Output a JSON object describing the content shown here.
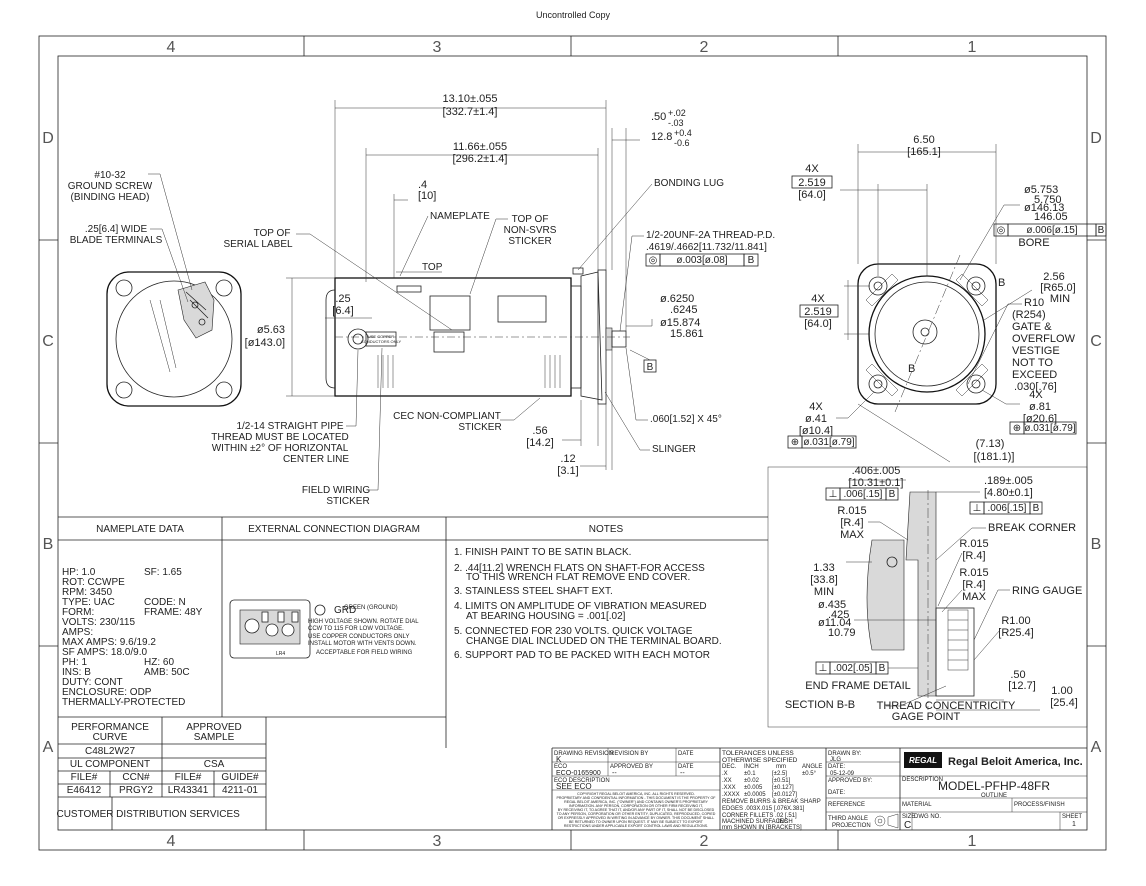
{
  "header": {
    "watermark": "Uncontrolled Copy"
  },
  "zones": {
    "top": [
      "4",
      "3",
      "2",
      "1"
    ],
    "bottom": [
      "4",
      "3",
      "2",
      "1"
    ],
    "left": [
      "D",
      "C",
      "B",
      "A"
    ],
    "right": [
      "D",
      "C",
      "B",
      "A"
    ]
  },
  "left_view": {
    "screw": [
      "#10-32",
      "GROUND SCREW",
      "(BINDING HEAD)"
    ],
    "blade": [
      ".25[6.4] WIDE",
      "BLADE TERMINALS"
    ]
  },
  "side_view": {
    "dim_overall": [
      "13.10±.055",
      "[332.7±1.4]"
    ],
    "dim_body": [
      "11.66±.055",
      "[296.2±1.4]"
    ],
    "dim_offset": [
      ".4",
      "[10]"
    ],
    "nameplate": "NAMEPLATE",
    "top_serial": [
      "TOP OF",
      "SERIAL LABEL"
    ],
    "top_sticker": [
      "TOP OF",
      "NON-SVRS",
      "STICKER"
    ],
    "top": "TOP",
    "dim_diam": [
      "ø5.63",
      "[ø143.0]"
    ],
    "dim_25": [
      ".25",
      "[6.4]"
    ],
    "pipe": [
      "1/2-14 STRAIGHT PIPE",
      "THREAD MUST BE LOCATED",
      "WITHIN ±2° OF HORIZONTAL",
      "CENTER LINE"
    ],
    "field_wiring": [
      "FIELD WIRING",
      "STICKER"
    ],
    "cec": [
      "CEC NON-COMPLIANT",
      "STICKER"
    ],
    "dim_56": [
      ".56",
      "[14.2]"
    ],
    "dim_12": [
      ".12",
      "[3.1]"
    ],
    "slinger": "SLINGER",
    "chamfer": ".060[1.52] X 45°",
    "tol_50": [
      ".50",
      "+.02",
      "-.03"
    ],
    "tol_128": [
      "12.8",
      "+0.4",
      "-0.6"
    ],
    "bonding": "BONDING LUG",
    "thread": [
      "1/2-20UNF-2A THREAD-P.D.",
      ".4619/.4662[11.732/11.841]"
    ],
    "fcf_thread": [
      "◎",
      "ø.003[ø.08]",
      "B"
    ],
    "shaft": [
      "ø.6250",
      ".6245",
      "ø15.874",
      "15.861"
    ],
    "datum_b": "B",
    "use_label": [
      "USE COPPER",
      "CONDUCTORS ONLY"
    ]
  },
  "end_view": {
    "dim_650": [
      "6.50",
      "[165.1]"
    ],
    "dim_4x_top": [
      "4X",
      "2.519",
      "[64.0]"
    ],
    "dim_4x_left": [
      "4X",
      "2.519",
      "[64.0]"
    ],
    "bore": [
      "ø5.753",
      "5.750",
      "ø146.13",
      "146.05"
    ],
    "fcf_bore": [
      "◎",
      "ø.006[ø.15]",
      "B"
    ],
    "bore_label": "BORE",
    "dim_256": [
      "2.56",
      "[R65.0]",
      "MIN"
    ],
    "r10": [
      "R10",
      "(R254)",
      "GATE &",
      "OVERFLOW",
      "VESTIGE",
      "NOT TO",
      "EXCEED",
      ".030[.76]"
    ],
    "holes_left": [
      "4X",
      "ø.41",
      "[ø10.4]"
    ],
    "fcf_left": [
      "⊕",
      "ø.031[ø.79]"
    ],
    "holes_right": [
      "4X",
      "ø.81",
      "[ø20.6]"
    ],
    "fcf_right": [
      "⊕",
      "ø.031[ø.79]"
    ],
    "dim_713": [
      "(7.13)",
      "[(181.1)]"
    ],
    "b_mark": "B"
  },
  "section": {
    "dim_406": [
      ".406±.005",
      "[10.31±0.1]"
    ],
    "fcf_406": [
      "⊥",
      ".006[.15]",
      "B"
    ],
    "dim_189": [
      ".189±.005",
      "[4.80±0.1]"
    ],
    "fcf_189": [
      "⊥",
      ".006[.15]",
      "B"
    ],
    "r015a": [
      "R.015",
      "[R.4]",
      "MAX"
    ],
    "break": "BREAK CORNER",
    "r015b": [
      "R.015",
      "[R.4]"
    ],
    "r015c": [
      "R.015",
      "[R.4]",
      "MAX"
    ],
    "ring": "RING GAUGE",
    "dim_133": [
      "1.33",
      "[33.8]",
      "MIN"
    ],
    "dim_435": [
      "ø.435",
      ".425",
      "ø11.04",
      "10.79"
    ],
    "r100": [
      "R1.00",
      "[R25.4]"
    ],
    "fcf_002": [
      "⊥",
      ".002[.05]",
      "B"
    ],
    "end_frame": "END FRAME DETAIL",
    "dim_50": [
      ".50",
      "[12.7]"
    ],
    "dim_100": [
      "1.00",
      "[25.4]"
    ],
    "section_label": "SECTION B-B",
    "conc": [
      "THREAD CONCENTRICITY",
      "GAGE POINT"
    ]
  },
  "nameplate_data": {
    "title": "NAMEPLATE DATA",
    "lines": [
      "HP: 1.0",
      "ROT: CCWPE",
      "RPM: 3450",
      "TYPE: UAC",
      "FORM:",
      "VOLTS: 230/115",
      "AMPS:",
      "MAX AMPS: 9.6/19.2",
      "SF AMPS: 18.0/9.0",
      "PH: 1",
      "INS: B",
      "DUTY: CONT",
      "ENCLOSURE: ODP",
      "THERMALLY-PROTECTED"
    ],
    "right_lines": [
      "SF: 1.65",
      "CODE: N",
      "FRAME: 48Y",
      "HZ: 60",
      "AMB: 50C"
    ]
  },
  "connection": {
    "title": "EXTERNAL CONNECTION DIAGRAM",
    "grd": "GRD",
    "green": "GREEN (GROUND)",
    "text": [
      "HIGH VOLTAGE SHOWN. ROTATE DIAL",
      "CCW TO 115 FOR LOW VOLTAGE.",
      "USE COPPER CONDUCTORS ONLY",
      "INSTALL MOTOR WITH VENTS DOWN.",
      "ACCEPTABLE FOR FIELD WIRING"
    ],
    "lr": "LR4"
  },
  "notes": {
    "title": "NOTES",
    "items": [
      [
        "1. FINISH PAINT TO BE SATIN BLACK."
      ],
      [
        "2. .44[11.2] WRENCH FLATS ON SHAFT-FOR ACCESS",
        "TO THIS WRENCH FLAT REMOVE END COVER."
      ],
      [
        "3. STAINLESS STEEL SHAFT EXT."
      ],
      [
        "4. LIMITS ON AMPLITUDE OF VIBRATION MEASURED",
        "AT BEARING HOUSING = .001[.02]"
      ],
      [
        "5. CONNECTED FOR 230 VOLTS. QUICK VOLTAGE",
        "CHANGE DIAL INCLUDED ON THE TERMINAL BOARD."
      ],
      [
        "6. SUPPORT PAD TO BE PACKED WITH EACH MOTOR"
      ]
    ]
  },
  "perf": {
    "perf_curve": [
      "PERFORMANCE",
      "CURVE"
    ],
    "approved": [
      "APPROVED",
      "SAMPLE"
    ],
    "curve_id": "C48L2W27",
    "ul": "UL COMPONENT",
    "csa": "CSA",
    "headers": [
      "FILE#",
      "CCN#",
      "FILE#",
      "GUIDE#"
    ],
    "values": [
      "E46412",
      "PRGY2",
      "LR43341",
      "4211-01"
    ],
    "customer": "CUSTOMER",
    "customer_val": "DISTRIBUTION SERVICES"
  },
  "title_block": {
    "drawing_rev": "DRAWING REVISION",
    "rev_by": "REVISION BY",
    "date_h": "DATE",
    "rev_k": "K",
    "eco_h": "ECO",
    "approved_by": "APPROVED BY",
    "eco_val": "ECO-0165900",
    "dash": "--",
    "eco_desc": "ECO DESCRIPTION",
    "see_eco": "SEE ECO",
    "copyright": [
      "COPYRIGHT REGAL BELOIT AMERICA, INC. ALL RIGHTS RESERVED.",
      "PROPRIETARY AND CONFIDENTIAL INFORMATION - THIS DOCUMENT IS THE PROPERTY OF",
      "REGAL BELOIT AMERICA, INC. (\"OWNER\") AND CONTAINS OWNER'S PROPRIETARY",
      "INFORMATION. ANY PERSON, CORPORATION OR OTHER FIRM RECEIVING IT,",
      "BY RECEIVING IT, TO AGREE THAT IT, AND/OR ANY PART OF IT, SHALL NOT BE DISCLOSED",
      "TO ANY PERSON, CORPORATION OR OTHER ENTITY, DUPLICATED, REPRODUCED, COPIED",
      "OR EXPRESSLY APPROVED IN WRITING IN ADVANCE BY OWNER. THIS DOCUMENT SHALL",
      "BE RETURNED TO OWNER UPON REQUEST. IT MAY BE SUBJECT TO EXPORT",
      "RESTRICTIONS UNDER APPLICABLE EXPORT CONTROL LAWS AND REGULATIONS."
    ],
    "tol": [
      "TOLERANCES UNLESS",
      "OTHERWISE SPECIFIED"
    ],
    "tol_head": [
      "DEC.",
      "INCH",
      "mm",
      "ANGLE"
    ],
    "tol_rows": [
      [
        ".X",
        "±0.1",
        "[±2.5]",
        "±0.5°"
      ],
      [
        ".XX",
        "±0.02",
        "[±0.51]",
        ""
      ],
      [
        ".XXX",
        "±0.005",
        "[±0.127]",
        ""
      ],
      [
        ".XXXX",
        "±0.0005",
        "[±0.0127]",
        ""
      ]
    ],
    "tol_notes": [
      "REMOVE BURRS & BREAK SHARP",
      "EDGES .003X.015 [.076X.381]",
      "CORNER FILLETS .02 [.51]",
      "MACHINED SURFACES",
      "INCH",
      "mm SHOWN IN [BRACKETS]"
    ],
    "drawn_by": "DRAWN BY:",
    "drawn_val": "JLG",
    "date_lbl": "DATE:",
    "date_val": "05-12-09",
    "approved_by2": "APPROVED BY:",
    "date_lbl2": "DATE:",
    "reference": "REFERENCE",
    "third_angle": [
      "THIRD ANGLE",
      "PROJECTION"
    ],
    "regal": "REGAL",
    "company": "Regal Beloit America, Inc.",
    "description": "DESCRIPTION",
    "model": "MODEL-PFHP-48FR",
    "outline": "OUTLINE",
    "material": "MATERIAL",
    "process": "PROCESS/FINISH",
    "size": "SIZE",
    "dwg_no": "DWG NO.",
    "size_val": "C",
    "sheet": "SHEET",
    "sheet_val": "1"
  }
}
